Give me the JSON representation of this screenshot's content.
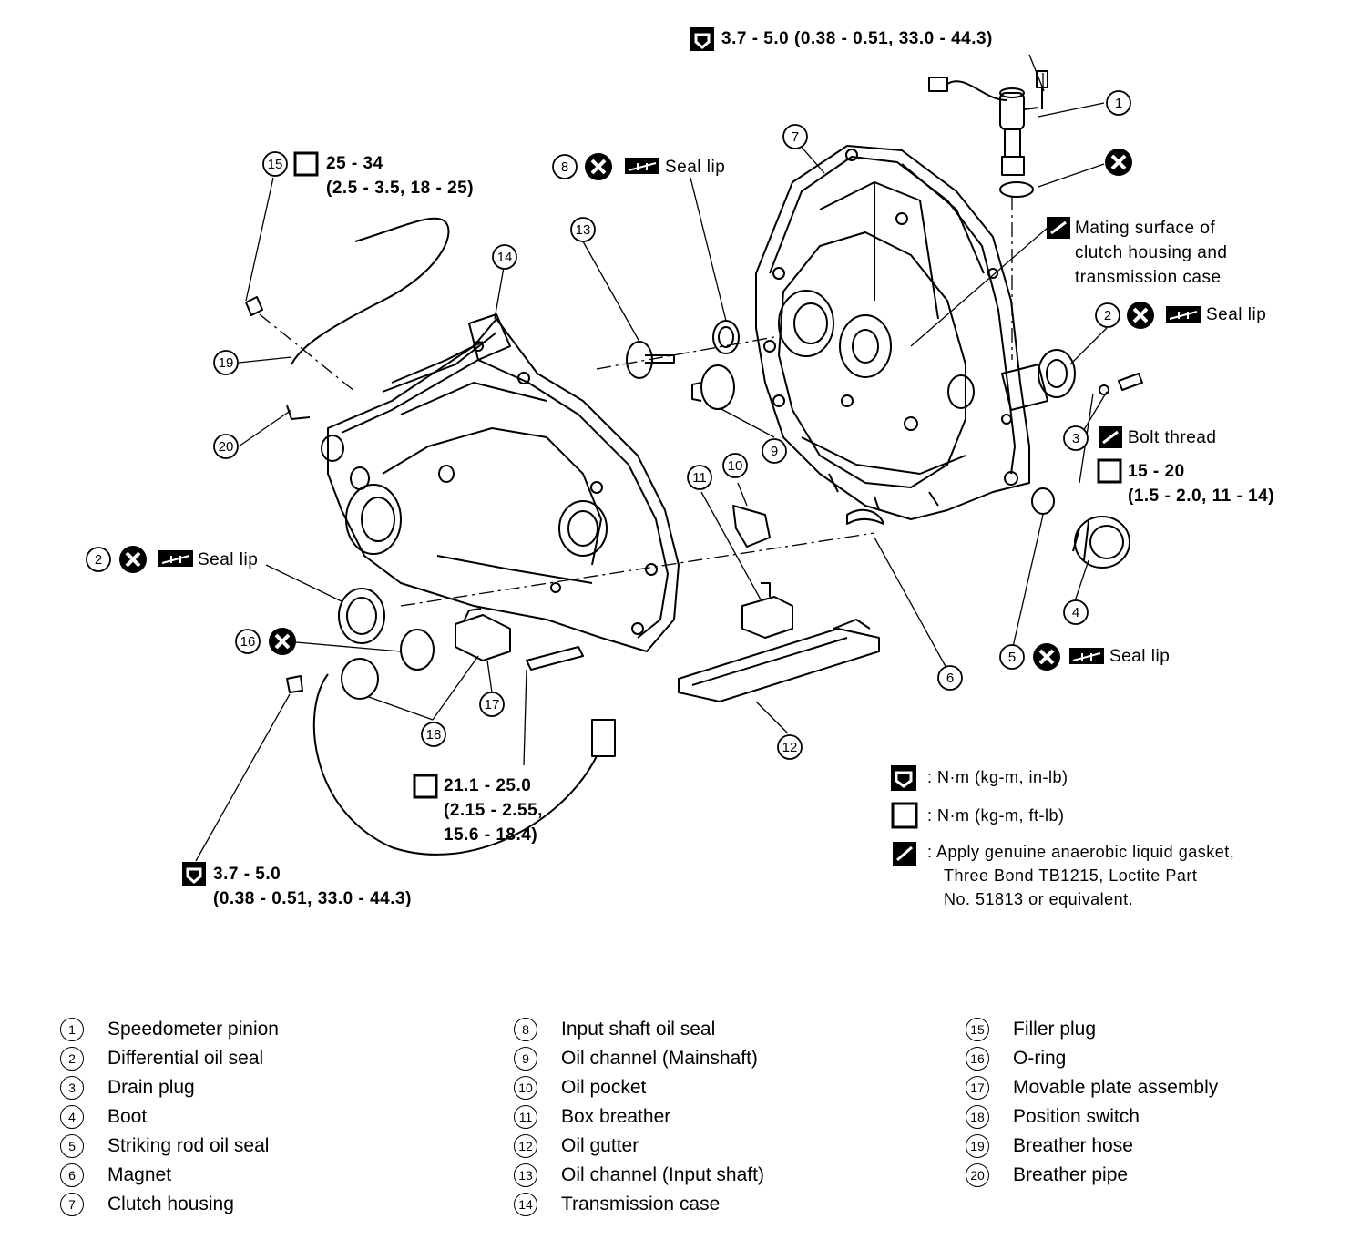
{
  "callouts": {
    "torque_1": "3.7 - 5.0 (0.38 - 0.51, 33.0 - 44.3)",
    "torque_15_line1": "25 - 34",
    "torque_15_line2": "(2.5 - 3.5, 18 - 25)",
    "seal_lip": "Seal lip",
    "mating_line1": "Mating surface of",
    "mating_line2": "clutch housing and",
    "mating_line3": "transmission case",
    "bolt_thread": "Bolt thread",
    "torque_3_line1": "15 - 20",
    "torque_3_line2": "(1.5 - 2.0, 11 - 14)",
    "torque_17_line1": "21.1 - 25.0",
    "torque_17_line2": "(2.15 - 2.55,",
    "torque_17_line3": "15.6 - 18.4)",
    "torque_18_line1": "3.7 - 5.0",
    "torque_18_line2": "(0.38 - 0.51, 33.0 - 44.3)"
  },
  "symbol_notes": {
    "inlb": ": N·m (kg-m, in-lb)",
    "ftlb": ": N·m (kg-m, ft-lb)",
    "gasket_line1": ": Apply genuine anaerobic liquid gasket,",
    "gasket_line2": "Three Bond TB1215, Loctite Part",
    "gasket_line3": "No. 51813 or equivalent."
  },
  "parts": [
    {
      "num": "1",
      "name": "Speedometer pinion"
    },
    {
      "num": "2",
      "name": "Differential oil seal"
    },
    {
      "num": "3",
      "name": "Drain plug"
    },
    {
      "num": "4",
      "name": "Boot"
    },
    {
      "num": "5",
      "name": "Striking rod oil seal"
    },
    {
      "num": "6",
      "name": "Magnet"
    },
    {
      "num": "7",
      "name": "Clutch housing"
    },
    {
      "num": "8",
      "name": "Input shaft oil seal"
    },
    {
      "num": "9",
      "name": "Oil channel (Mainshaft)"
    },
    {
      "num": "10",
      "name": "Oil pocket"
    },
    {
      "num": "11",
      "name": "Box breather"
    },
    {
      "num": "12",
      "name": "Oil gutter"
    },
    {
      "num": "13",
      "name": "Oil channel (Input shaft)"
    },
    {
      "num": "14",
      "name": "Transmission case"
    },
    {
      "num": "15",
      "name": "Filler plug"
    },
    {
      "num": "16",
      "name": "O-ring"
    },
    {
      "num": "17",
      "name": "Movable plate assembly"
    },
    {
      "num": "18",
      "name": "Position switch"
    },
    {
      "num": "19",
      "name": "Breather hose"
    },
    {
      "num": "20",
      "name": "Breather pipe"
    }
  ]
}
